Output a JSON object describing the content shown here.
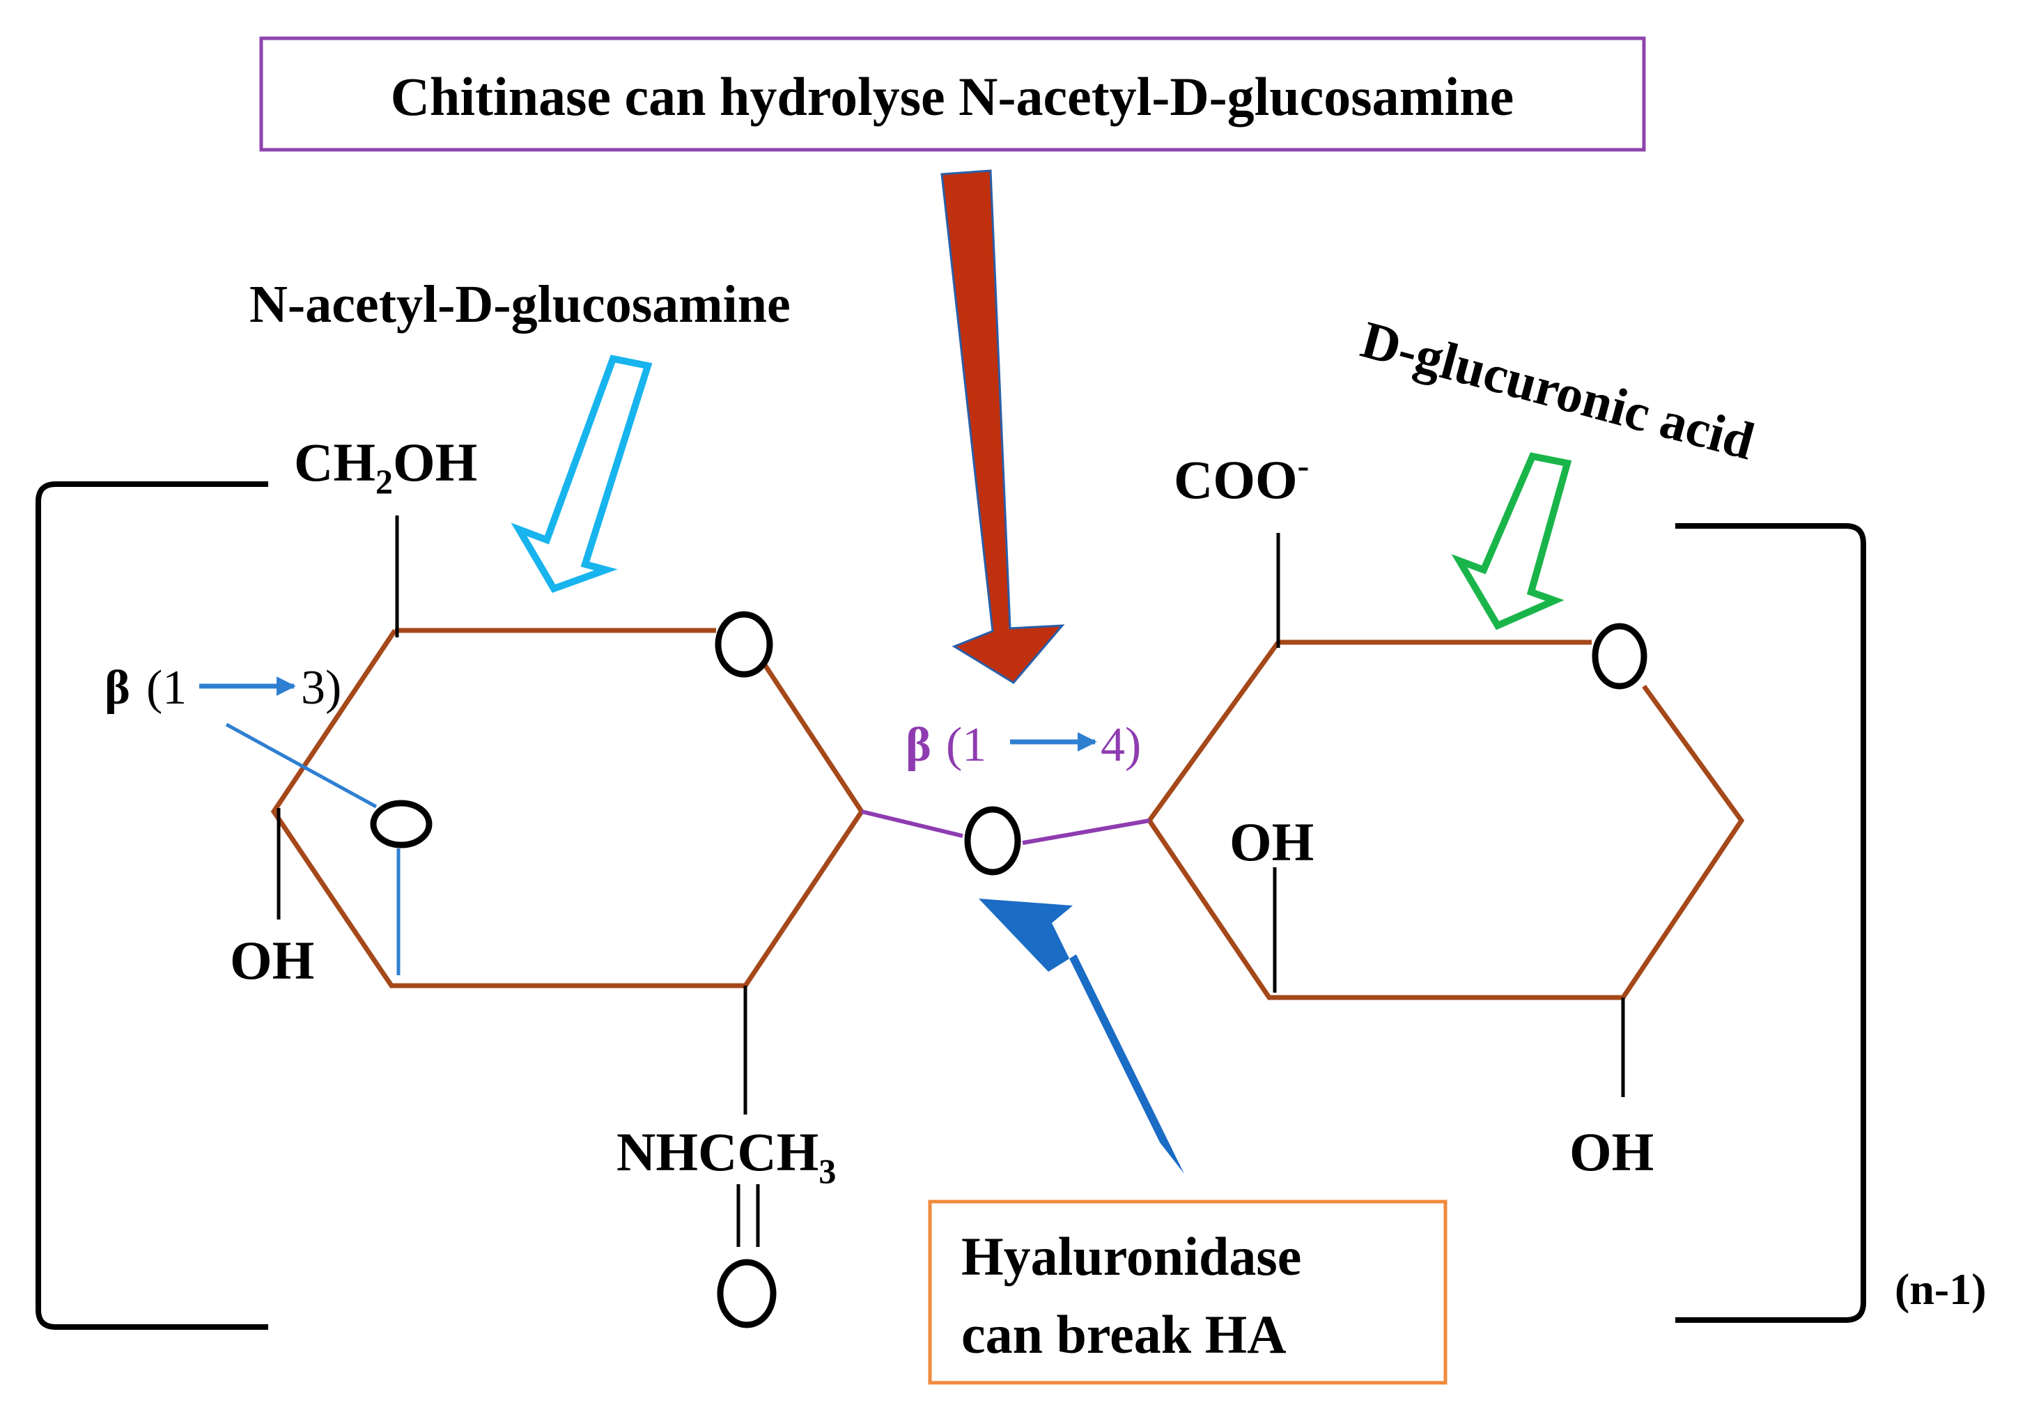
{
  "colors": {
    "ring": "#a5481a",
    "bond": "#000000",
    "glycosidic_14": "#8e3cb0",
    "glycosidic_13": "#2f7fd1",
    "box_top_border": "#8e44ad",
    "box_bottom_border": "#f08a3c",
    "arrow_red": "#c0300e",
    "arrow_blue": "#1a6cc4",
    "arrow_cyan": "#17b4ee",
    "arrow_green": "#1ab54a"
  },
  "labels": {
    "chitinase": "Chitinase can hydrolyse N-acetyl-D-glucosamine",
    "glcnac": "N-acetyl-D-glucosamine",
    "glcua": "D-glucuronic acid",
    "hyaluronidase_line1": "Hyaluronidase",
    "hyaluronidase_line2": "can break HA",
    "repeat": "(n-1)",
    "beta": "β",
    "link13_open": "(1",
    "link13_close": "3)",
    "link14_open": "(1",
    "link14_close": "4)"
  },
  "groups": {
    "ch2oh_a": "CH",
    "ch2oh_sub": "2",
    "ch2oh_b": "OH",
    "coo": "COO",
    "coo_sup": "-",
    "oh_left": "OH",
    "oh_mid": "OH",
    "oh_right": "OH",
    "nhcch_a": "NHCCH",
    "nhcch_sub": "3"
  },
  "icons": [
    "arrow-red-down",
    "arrow-blue-up",
    "arrow-cyan-outline",
    "arrow-green-outline",
    "bracket-left",
    "bracket-right"
  ]
}
